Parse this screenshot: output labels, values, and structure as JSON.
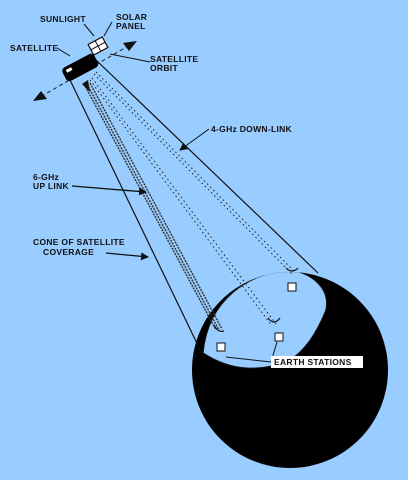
{
  "labels": {
    "sunlight": "SUNLIGHT",
    "solar_panel_1": "SOLAR",
    "solar_panel_2": "PANEL",
    "satellite": "SATELLITE",
    "satellite_orbit_1": "SATELLITE",
    "satellite_orbit_2": "ORBIT",
    "downlink": "4-GHz DOWN-LINK",
    "uplink_1": "6-GHz",
    "uplink_2": "UP LINK",
    "cone_1": "CONE OF SATELLITE",
    "cone_2": "COVERAGE",
    "earth_stations": "EARTH STATIONS"
  },
  "colors": {
    "background": "#99ccff",
    "ink": "#111111",
    "earth": "#000000"
  }
}
